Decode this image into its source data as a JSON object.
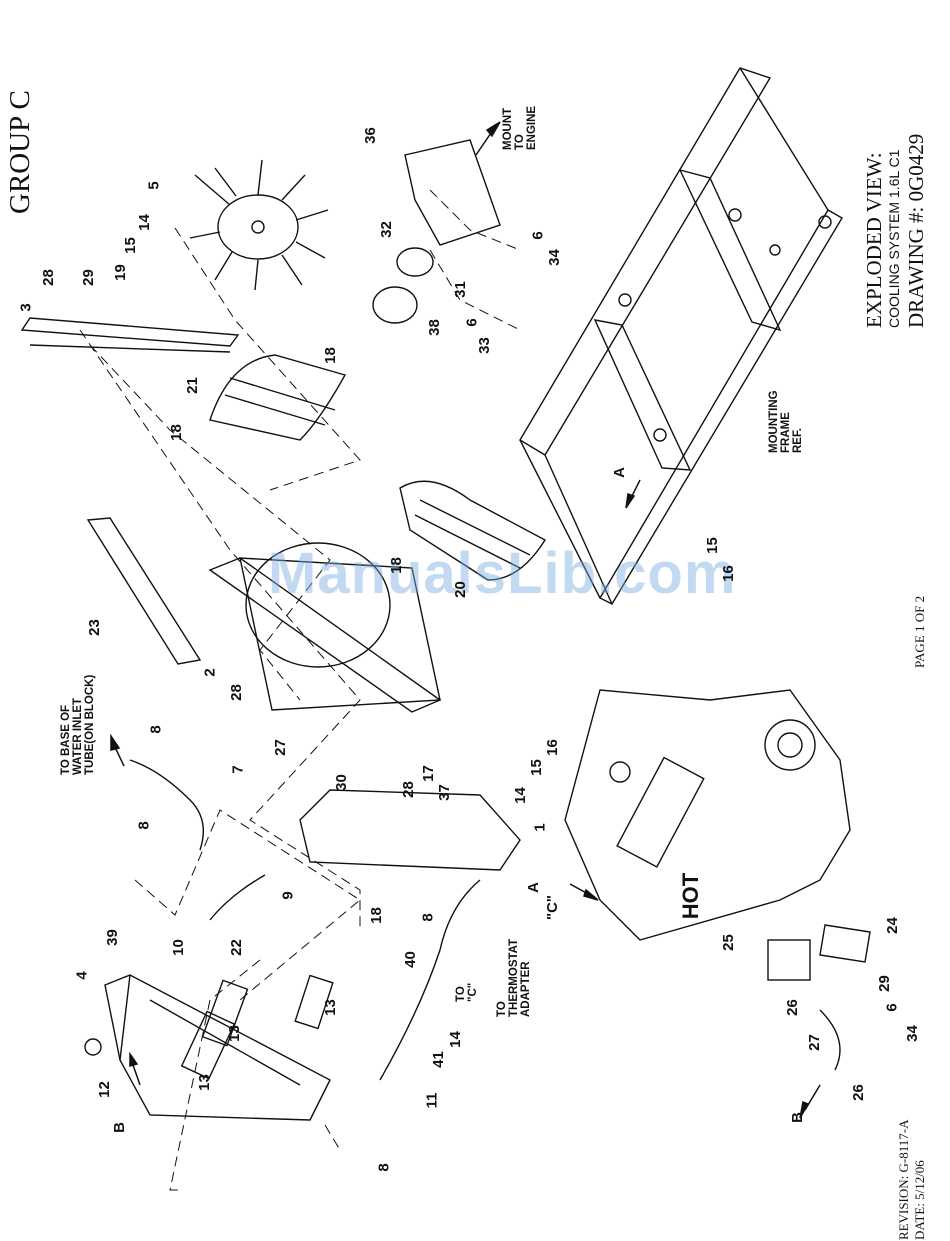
{
  "header": {
    "group": "GROUP C"
  },
  "title_block": {
    "title": "EXPLODED VIEW:",
    "subtitle": "COOLING SYSTEM 1.6L C1",
    "drawing_no": "DRAWING #:  0G0429"
  },
  "page": "PAGE 1 OF 2",
  "revision": "REVISION:  G-8117-A",
  "date": "DATE:  5/12/06",
  "watermark": "ManualsLib.com",
  "notes": {
    "mount_to_engine": [
      "MOUNT",
      "TO",
      "ENGINE"
    ],
    "mounting_frame": [
      "MOUNTING",
      "FRAME",
      "REF."
    ],
    "water_inlet": [
      "TO BASE OF",
      "WATER INLET",
      "TUBE(ON BLOCK)"
    ],
    "thermostat": [
      "TO",
      "THERMOSTAT",
      "ADAPTER"
    ],
    "to_c": [
      "TO",
      "\"C\""
    ],
    "c_ref": "\"C\"",
    "hot": "HOT"
  },
  "callouts": [
    {
      "id": "c3",
      "text": "3"
    },
    {
      "id": "c28a",
      "text": "28"
    },
    {
      "id": "c29a",
      "text": "29"
    },
    {
      "id": "c19",
      "text": "19"
    },
    {
      "id": "c15a",
      "text": "15"
    },
    {
      "id": "c14a",
      "text": "14"
    },
    {
      "id": "c5",
      "text": "5"
    },
    {
      "id": "c36",
      "text": "36"
    },
    {
      "id": "c32",
      "text": "32"
    },
    {
      "id": "c31",
      "text": "31"
    },
    {
      "id": "c38",
      "text": "38"
    },
    {
      "id": "c6a",
      "text": "6"
    },
    {
      "id": "c33",
      "text": "33"
    },
    {
      "id": "c6b",
      "text": "6"
    },
    {
      "id": "c34a",
      "text": "34"
    },
    {
      "id": "c18a",
      "text": "18"
    },
    {
      "id": "c21",
      "text": "21"
    },
    {
      "id": "c18b",
      "text": "18"
    },
    {
      "id": "c23",
      "text": "23"
    },
    {
      "id": "c18c",
      "text": "18"
    },
    {
      "id": "c20",
      "text": "20"
    },
    {
      "id": "c2",
      "text": "2"
    },
    {
      "id": "c28b",
      "text": "28"
    },
    {
      "id": "c15b",
      "text": "15"
    },
    {
      "id": "c16a",
      "text": "16"
    },
    {
      "id": "cA1",
      "text": "A"
    },
    {
      "id": "c8a",
      "text": "8"
    },
    {
      "id": "c7",
      "text": "7"
    },
    {
      "id": "c8b",
      "text": "8"
    },
    {
      "id": "c27a",
      "text": "27"
    },
    {
      "id": "c30",
      "text": "30"
    },
    {
      "id": "c17",
      "text": "17"
    },
    {
      "id": "c37",
      "text": "37"
    },
    {
      "id": "c16b",
      "text": "16"
    },
    {
      "id": "c15c",
      "text": "15"
    },
    {
      "id": "c14b",
      "text": "14"
    },
    {
      "id": "c1",
      "text": "1"
    },
    {
      "id": "c28c",
      "text": "28"
    },
    {
      "id": "c18d",
      "text": "18"
    },
    {
      "id": "cA2",
      "text": "A"
    },
    {
      "id": "c9",
      "text": "9"
    },
    {
      "id": "c39",
      "text": "39"
    },
    {
      "id": "c4",
      "text": "4"
    },
    {
      "id": "c10",
      "text": "10"
    },
    {
      "id": "c22",
      "text": "22"
    },
    {
      "id": "c8c",
      "text": "8"
    },
    {
      "id": "c40",
      "text": "40"
    },
    {
      "id": "c14c",
      "text": "14"
    },
    {
      "id": "c41",
      "text": "41"
    },
    {
      "id": "c13a",
      "text": "13"
    },
    {
      "id": "c13b",
      "text": "13"
    },
    {
      "id": "c13c",
      "text": "13"
    },
    {
      "id": "c12",
      "text": "12"
    },
    {
      "id": "cB1",
      "text": "B"
    },
    {
      "id": "c11",
      "text": "11"
    },
    {
      "id": "c8d",
      "text": "8"
    },
    {
      "id": "c25",
      "text": "25"
    },
    {
      "id": "c24",
      "text": "24"
    },
    {
      "id": "c26a",
      "text": "26"
    },
    {
      "id": "c27b",
      "text": "27"
    },
    {
      "id": "c29b",
      "text": "29"
    },
    {
      "id": "c6c",
      "text": "6"
    },
    {
      "id": "c34b",
      "text": "34"
    },
    {
      "id": "c26b",
      "text": "26"
    },
    {
      "id": "cB2",
      "text": "B"
    }
  ]
}
